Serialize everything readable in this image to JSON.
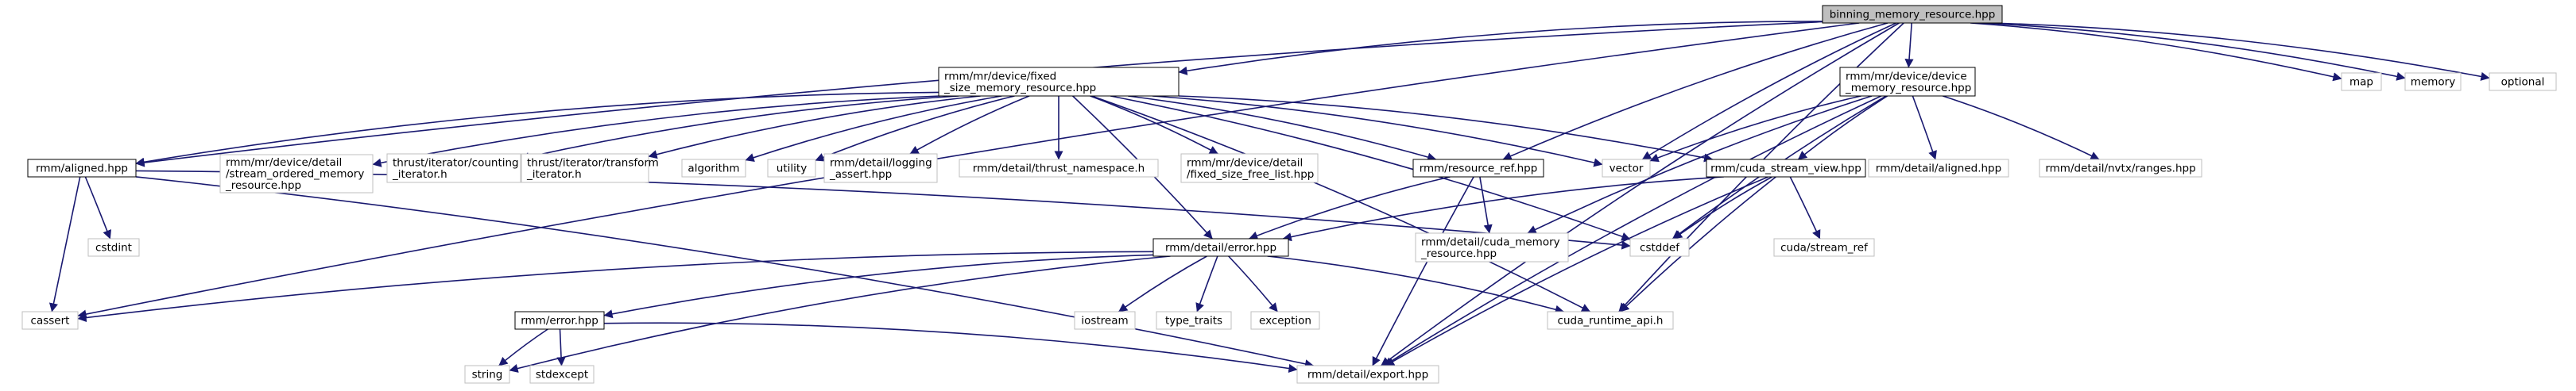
{
  "graph_title": "binning_memory_resource.hpp",
  "colors": {
    "root_fill": "#bfbfbf",
    "root_border": "#000000",
    "documented_border": "#000000",
    "external_border": "#bfbfbf",
    "external_text": "#555555",
    "edge": "#191970"
  },
  "nodes": [
    {
      "id": "root",
      "lines": [
        "binning_memory_resource.hpp"
      ],
      "kind": "root"
    },
    {
      "id": "fixed",
      "lines": [
        "rmm/mr/device/fixed",
        "_size_memory_resource.hpp"
      ],
      "kind": "documented"
    },
    {
      "id": "devmr",
      "lines": [
        "rmm/mr/device/device",
        "_memory_resource.hpp"
      ],
      "kind": "documented"
    },
    {
      "id": "map",
      "lines": [
        "map"
      ],
      "kind": "external"
    },
    {
      "id": "memory",
      "lines": [
        "memory"
      ],
      "kind": "external"
    },
    {
      "id": "optional",
      "lines": [
        "optional"
      ],
      "kind": "external"
    },
    {
      "id": "aligned",
      "lines": [
        "rmm/aligned.hpp"
      ],
      "kind": "documented"
    },
    {
      "id": "sorted",
      "lines": [
        "rmm/mr/device/detail",
        "/stream_ordered_memory",
        "_resource.hpp"
      ],
      "kind": "external"
    },
    {
      "id": "counting",
      "lines": [
        "thrust/iterator/counting",
        "_iterator.h"
      ],
      "kind": "external"
    },
    {
      "id": "transform",
      "lines": [
        "thrust/iterator/transform",
        "_iterator.h"
      ],
      "kind": "external"
    },
    {
      "id": "algorithm",
      "lines": [
        "algorithm"
      ],
      "kind": "external"
    },
    {
      "id": "utility",
      "lines": [
        "utility"
      ],
      "kind": "external"
    },
    {
      "id": "logging",
      "lines": [
        "rmm/detail/logging",
        "_assert.hpp"
      ],
      "kind": "external"
    },
    {
      "id": "thrustns",
      "lines": [
        "rmm/detail/thrust_namespace.h"
      ],
      "kind": "external"
    },
    {
      "id": "freelist",
      "lines": [
        "rmm/mr/device/detail",
        "/fixed_size_free_list.hpp"
      ],
      "kind": "external"
    },
    {
      "id": "resref",
      "lines": [
        "rmm/resource_ref.hpp"
      ],
      "kind": "documented"
    },
    {
      "id": "vector",
      "lines": [
        "vector"
      ],
      "kind": "external"
    },
    {
      "id": "csv",
      "lines": [
        "rmm/cuda_stream_view.hpp"
      ],
      "kind": "documented"
    },
    {
      "id": "dalign",
      "lines": [
        "rmm/detail/aligned.hpp"
      ],
      "kind": "external"
    },
    {
      "id": "nvtx",
      "lines": [
        "rmm/detail/nvtx/ranges.hpp"
      ],
      "kind": "external"
    },
    {
      "id": "cstdint",
      "lines": [
        "cstdint"
      ],
      "kind": "external"
    },
    {
      "id": "error",
      "lines": [
        "rmm/detail/error.hpp"
      ],
      "kind": "documented"
    },
    {
      "id": "cudamr",
      "lines": [
        "rmm/detail/cuda_memory",
        "_resource.hpp"
      ],
      "kind": "external"
    },
    {
      "id": "cstddef",
      "lines": [
        "cstddef"
      ],
      "kind": "external"
    },
    {
      "id": "streamref",
      "lines": [
        "cuda/stream_ref"
      ],
      "kind": "external"
    },
    {
      "id": "cassert",
      "lines": [
        "cassert"
      ],
      "kind": "external"
    },
    {
      "id": "iostream",
      "lines": [
        "iostream"
      ],
      "kind": "external"
    },
    {
      "id": "typetraits",
      "lines": [
        "type_traits"
      ],
      "kind": "external"
    },
    {
      "id": "exception",
      "lines": [
        "exception"
      ],
      "kind": "external"
    },
    {
      "id": "cudart",
      "lines": [
        "cuda_runtime_api.h"
      ],
      "kind": "external"
    },
    {
      "id": "rmmerror",
      "lines": [
        "rmm/error.hpp"
      ],
      "kind": "documented"
    },
    {
      "id": "string",
      "lines": [
        "string"
      ],
      "kind": "external"
    },
    {
      "id": "stdexcept",
      "lines": [
        "stdexcept"
      ],
      "kind": "external"
    },
    {
      "id": "export",
      "lines": [
        "rmm/detail/export.hpp"
      ],
      "kind": "external"
    }
  ],
  "edges": [
    [
      "root",
      "fixed"
    ],
    [
      "root",
      "devmr"
    ],
    [
      "root",
      "map"
    ],
    [
      "root",
      "memory"
    ],
    [
      "root",
      "optional"
    ],
    [
      "root",
      "aligned"
    ],
    [
      "root",
      "resref"
    ],
    [
      "root",
      "vector"
    ],
    [
      "root",
      "cassert"
    ],
    [
      "root",
      "cudart"
    ],
    [
      "root",
      "export"
    ],
    [
      "fixed",
      "aligned"
    ],
    [
      "fixed",
      "sorted"
    ],
    [
      "fixed",
      "counting"
    ],
    [
      "fixed",
      "transform"
    ],
    [
      "fixed",
      "algorithm"
    ],
    [
      "fixed",
      "utility"
    ],
    [
      "fixed",
      "logging"
    ],
    [
      "fixed",
      "thrustns"
    ],
    [
      "fixed",
      "freelist"
    ],
    [
      "fixed",
      "resref"
    ],
    [
      "fixed",
      "vector"
    ],
    [
      "fixed",
      "csv"
    ],
    [
      "fixed",
      "error"
    ],
    [
      "fixed",
      "cstddef"
    ],
    [
      "fixed",
      "cudart"
    ],
    [
      "devmr",
      "csv"
    ],
    [
      "devmr",
      "dalign"
    ],
    [
      "devmr",
      "nvtx"
    ],
    [
      "devmr",
      "cudamr"
    ],
    [
      "devmr",
      "cstddef"
    ],
    [
      "devmr",
      "vector"
    ],
    [
      "devmr",
      "export"
    ],
    [
      "aligned",
      "cstdint"
    ],
    [
      "aligned",
      "cassert"
    ],
    [
      "aligned",
      "cstddef"
    ],
    [
      "aligned",
      "export"
    ],
    [
      "resref",
      "error"
    ],
    [
      "resref",
      "cudamr"
    ],
    [
      "resref",
      "export"
    ],
    [
      "csv",
      "error"
    ],
    [
      "csv",
      "cstddef"
    ],
    [
      "csv",
      "streamref"
    ],
    [
      "csv",
      "cudart"
    ],
    [
      "csv",
      "export"
    ],
    [
      "error",
      "cassert"
    ],
    [
      "error",
      "rmmerror"
    ],
    [
      "error",
      "iostream"
    ],
    [
      "error",
      "typetraits"
    ],
    [
      "error",
      "exception"
    ],
    [
      "error",
      "string"
    ],
    [
      "error",
      "cudart"
    ],
    [
      "rmmerror",
      "string"
    ],
    [
      "rmmerror",
      "stdexcept"
    ],
    [
      "rmmerror",
      "export"
    ]
  ]
}
